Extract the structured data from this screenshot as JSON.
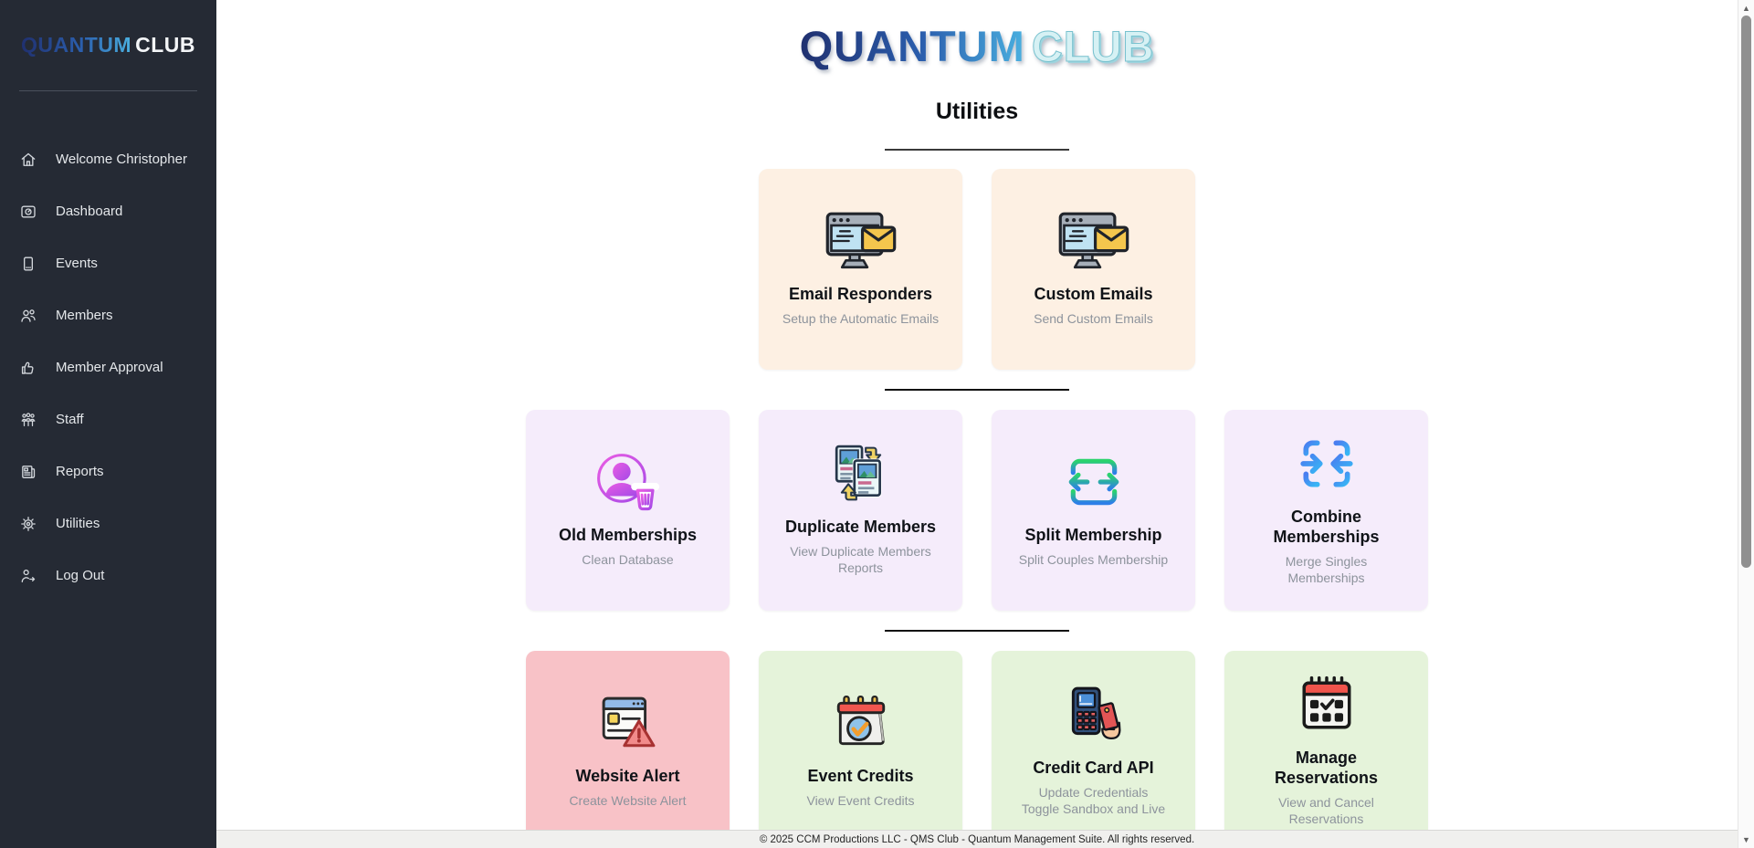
{
  "brand": {
    "primary": "QUANTUM",
    "secondary": "CLUB"
  },
  "sidebar": {
    "items": [
      {
        "label": "Welcome Christopher",
        "icon": "home-icon"
      },
      {
        "label": "Dashboard",
        "icon": "dashboard-icon"
      },
      {
        "label": "Events",
        "icon": "ticket-icon"
      },
      {
        "label": "Members",
        "icon": "members-icon"
      },
      {
        "label": "Member Approval",
        "icon": "thumbs-up-icon"
      },
      {
        "label": "Staff",
        "icon": "staff-icon"
      },
      {
        "label": "Reports",
        "icon": "reports-icon"
      },
      {
        "label": "Utilities",
        "icon": "gear-icon"
      },
      {
        "label": "Log Out",
        "icon": "logout-icon"
      }
    ]
  },
  "main": {
    "page_title": "Utilities"
  },
  "content": {
    "rows": [
      {
        "cards": [
          {
            "title": "Email Responders",
            "subtitle": "Setup the Automatic Emails",
            "icon": "monitor-email-icon",
            "bg": "#fdf0e3"
          },
          {
            "title": "Custom Emails",
            "subtitle": "Send Custom Emails",
            "icon": "monitor-email-icon",
            "bg": "#fdf0e3"
          }
        ]
      },
      {
        "cards": [
          {
            "title": "Old Memberships",
            "subtitle": "Clean Database",
            "icon": "member-trash-icon",
            "bg": "#f5ecfb"
          },
          {
            "title": "Duplicate Members",
            "subtitle": "View Duplicate Members\nReports",
            "icon": "duplicate-cards-icon",
            "bg": "#f5ecfb"
          },
          {
            "title": "Split Membership",
            "subtitle": "Split Couples Membership",
            "icon": "split-arrows-icon",
            "bg": "#f5ecfb"
          },
          {
            "title": "Combine Memberships",
            "subtitle": "Merge Singles\nMemberships",
            "icon": "combine-arrows-icon",
            "bg": "#f5ecfb"
          }
        ]
      },
      {
        "cards": [
          {
            "title": "Website Alert",
            "subtitle": "Create Website Alert",
            "icon": "browser-warning-icon",
            "bg": "#f8c2c7"
          },
          {
            "title": "Event Credits",
            "subtitle": "View Event Credits",
            "icon": "calendar-check-icon",
            "bg": "#e5f3da"
          },
          {
            "title": "Credit Card API",
            "subtitle": "Update Credentials\nToggle Sandbox and Live",
            "icon": "card-terminal-icon",
            "bg": "#e5f3da"
          },
          {
            "title": "Manage Reservations",
            "subtitle": "View and Cancel\nReservations",
            "icon": "calendar-grid-icon",
            "bg": "#e5f3da"
          }
        ]
      }
    ]
  },
  "footer": {
    "text": "© 2025 CCM Productions LLC - QMS Club - Quantum Management Suite. All rights reserved."
  },
  "scrollbar": {
    "up_glyph": "▲",
    "down_glyph": "▼"
  },
  "colors": {
    "sidebar_bg": "#252a34",
    "peach_card": "#fdf0e3",
    "lavender_card": "#f5ecfb",
    "pink_card": "#f8c2c7",
    "green_card": "#e5f3da",
    "logo_navy": "#20306f",
    "logo_blue": "#4ab0e0"
  }
}
